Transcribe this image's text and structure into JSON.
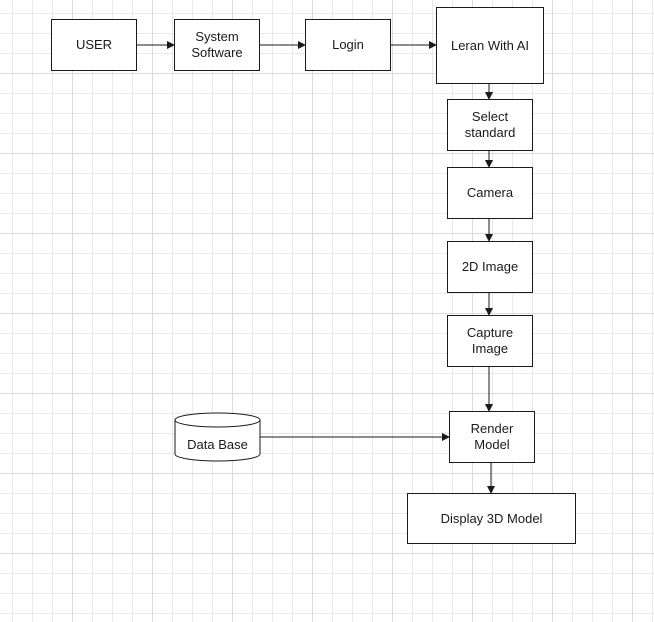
{
  "nodes": {
    "user": "USER",
    "system_software": "System\nSoftware",
    "login": "Login",
    "learn_with_ai": "Leran With AI",
    "select_standard": "Select\nstandard",
    "camera": "Camera",
    "image_2d": "2D Image",
    "capture_image": "Capture\nImage",
    "render_model": "Render\nModel",
    "display_3d_model": "Display 3D Model",
    "database": "Data Base"
  },
  "edges": [
    {
      "from": "USER",
      "to": "System Software"
    },
    {
      "from": "System Software",
      "to": "Login"
    },
    {
      "from": "Login",
      "to": "Leran With AI"
    },
    {
      "from": "Leran With AI",
      "to": "Select standard"
    },
    {
      "from": "Select standard",
      "to": "Camera"
    },
    {
      "from": "Camera",
      "to": "2D Image"
    },
    {
      "from": "2D Image",
      "to": "Capture Image"
    },
    {
      "from": "Capture Image",
      "to": "Render Model"
    },
    {
      "from": "Data Base",
      "to": "Render Model"
    },
    {
      "from": "Render Model",
      "to": "Display 3D Model"
    }
  ],
  "colors": {
    "stroke": "#1a1a1a",
    "grid": "#dcdcdc",
    "background": "#ffffff"
  }
}
